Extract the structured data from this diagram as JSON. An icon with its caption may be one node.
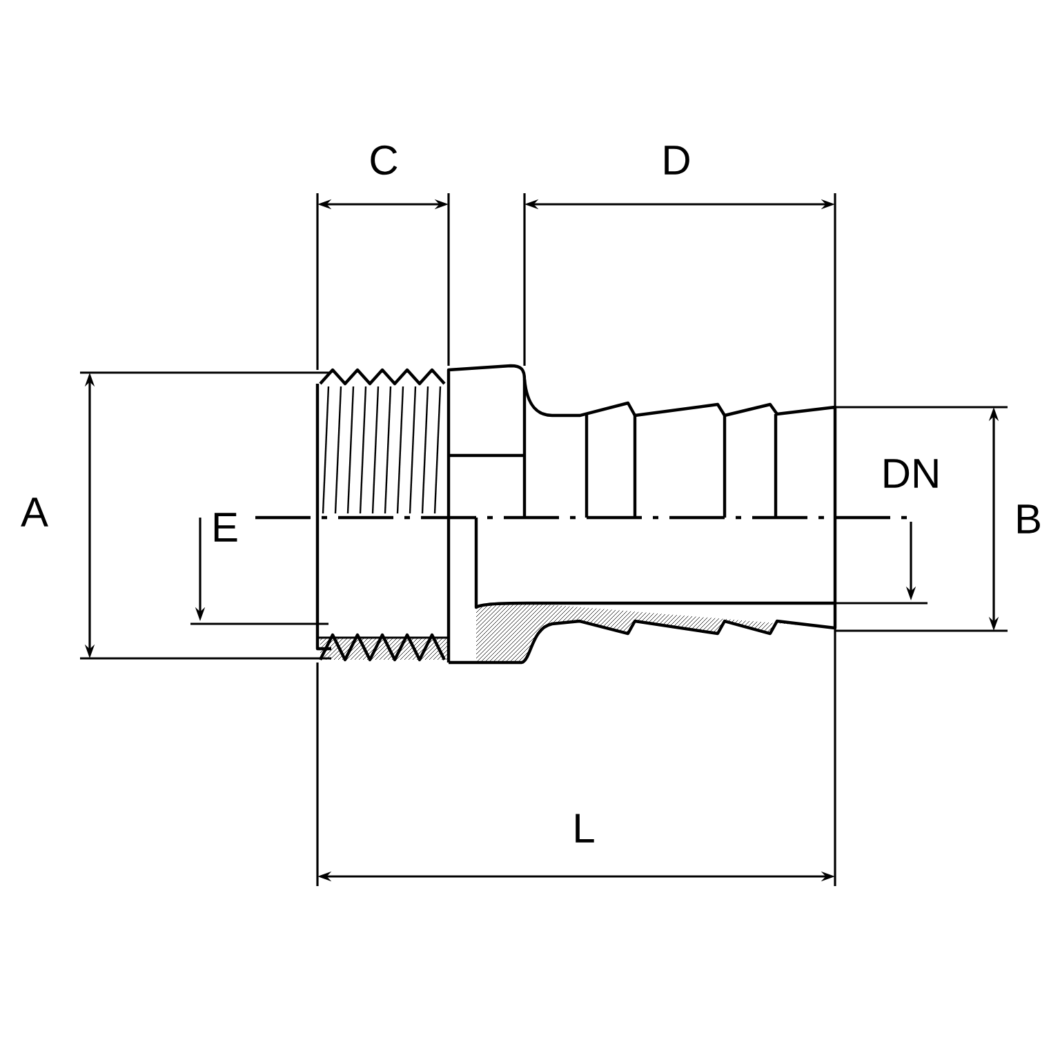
{
  "diagram": {
    "labels": [
      "C",
      "D",
      "A",
      "DN",
      "E",
      "B",
      "L"
    ]
  }
}
